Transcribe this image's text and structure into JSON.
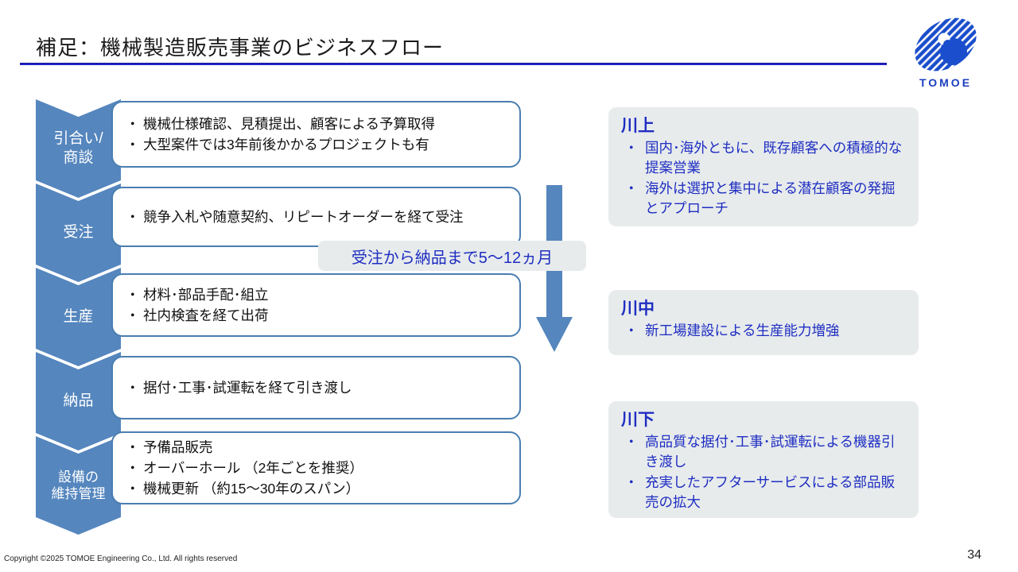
{
  "slide": {
    "title": "補足：機械製造販売事業のビジネスフロー",
    "page_number": "34",
    "copyright": "Copyright ©2025 TOMOE Engineering Co., Ltd. All rights reserved"
  },
  "logo": {
    "text": "TOMOE"
  },
  "chars": {
    "bullet": "・"
  },
  "flow": {
    "steps": [
      {
        "lines": [
          "引合い/",
          "商談"
        ],
        "bullets": [
          "機械仕様確認、見積提出、顧客による予算取得",
          "大型案件では3年前後かかるプロジェクトも有"
        ]
      },
      {
        "lines": [
          "受注"
        ],
        "bullets": [
          "競争入札や随意契約、リピートオーダーを経て受注"
        ]
      },
      {
        "lines": [
          "生産"
        ],
        "bullets": [
          "材料･部品手配･組立",
          "社内検査を経て出荷"
        ]
      },
      {
        "lines": [
          "納品"
        ],
        "bullets": [
          "据付･工事･試運転を経て引き渡し"
        ]
      },
      {
        "lines": [
          "設備の",
          "維持管理"
        ],
        "bullets": [
          "予備品販売",
          "オーバーホール （2年ごとを推奨）",
          "機械更新 （約15～30年のスパン）"
        ]
      }
    ],
    "arrow_label": "受注から納品まで5～12ヵ月"
  },
  "notes": [
    {
      "title": "川上",
      "bullets": [
        "国内･海外ともに、既存顧客への積極的な提案営業",
        "海外は選択と集中による潜在顧客の発掘とアプローチ"
      ]
    },
    {
      "title": "川中",
      "bullets": [
        "新工場建設による生産能力増強"
      ]
    },
    {
      "title": "川下",
      "bullets": [
        "高品質な据付･工事･試運転による機器引き渡し",
        "充実したアフターサービスによる部品販売の拡大"
      ]
    }
  ],
  "colors": {
    "chevron_blue": "#5586be",
    "box_border_blue": "#4a7eb0",
    "note_text_blue": "#1f2ec2",
    "panel_bg": "#e7ebec",
    "rule_blue": "#2323c8",
    "logo_blue": "#1a4ecc"
  }
}
